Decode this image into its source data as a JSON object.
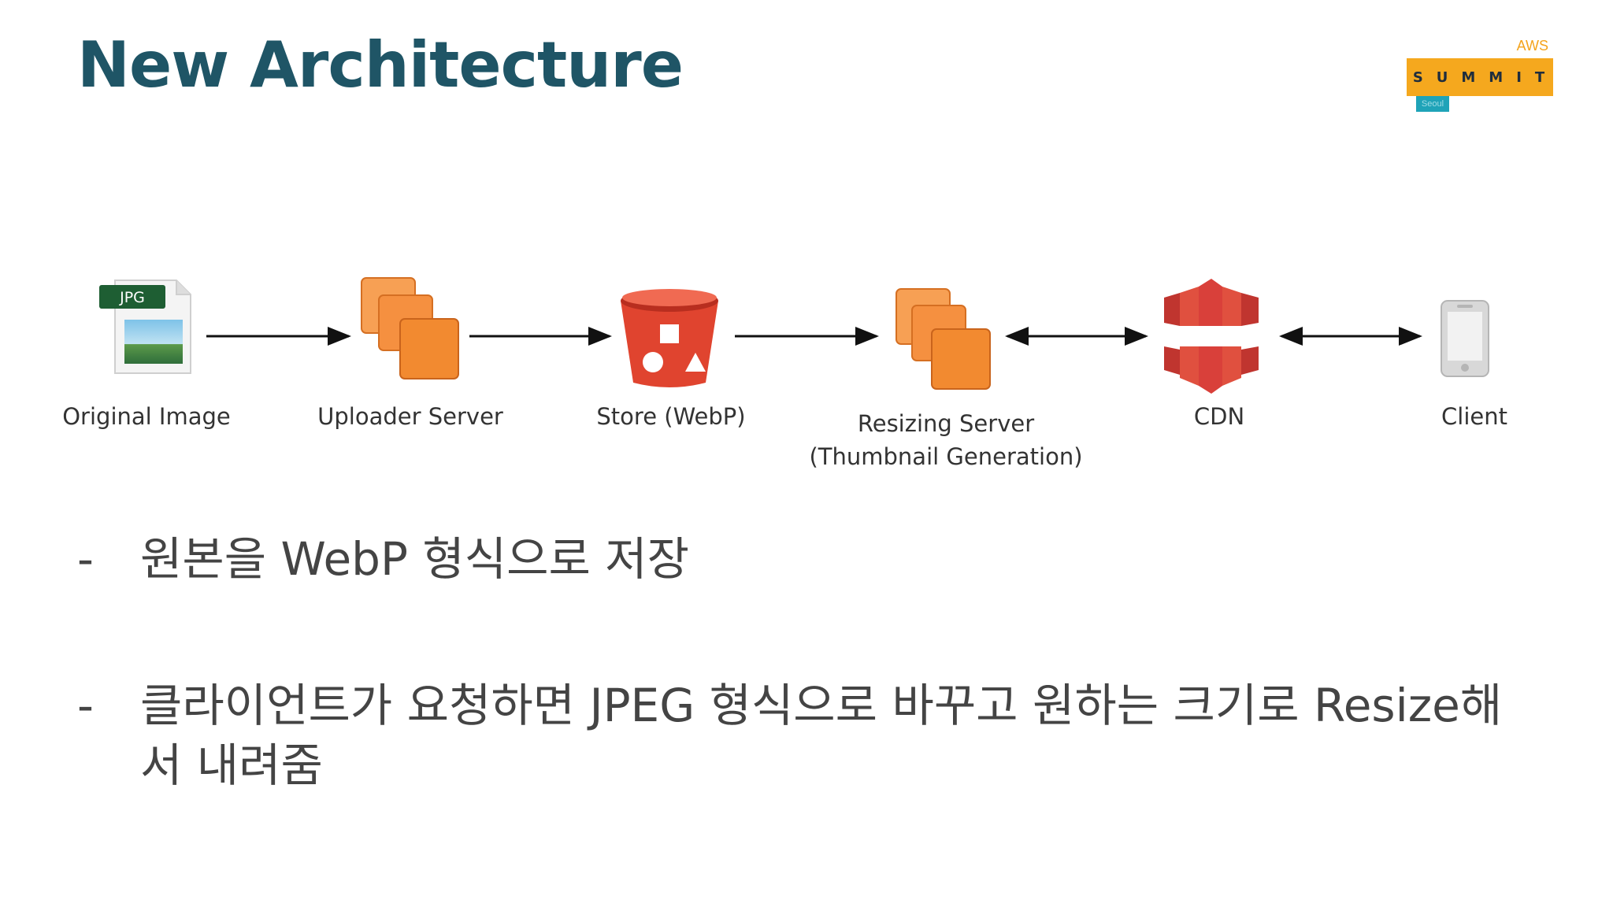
{
  "slide": {
    "title": "New Architecture"
  },
  "logo": {
    "top_text": "AWS",
    "wordmark": "SUMMIT",
    "city": "Seoul",
    "colors": {
      "primary": "#f5a81e",
      "city": "#1fa3b8"
    }
  },
  "diagram": {
    "nodes": [
      {
        "id": "original-image",
        "label": "Original Image",
        "icon": "jpg-file-icon",
        "badge": "JPG"
      },
      {
        "id": "uploader-server",
        "label": "Uploader Server",
        "icon": "server-stack-icon"
      },
      {
        "id": "store",
        "label": "Store (WebP)",
        "icon": "storage-bucket-icon"
      },
      {
        "id": "resizing-server",
        "label": "Resizing Server",
        "sublabel": "(Thumbnail Generation)",
        "icon": "server-stack-icon"
      },
      {
        "id": "cdn",
        "label": "CDN",
        "icon": "cdn-icon"
      },
      {
        "id": "client",
        "label": "Client",
        "icon": "mobile-phone-icon"
      }
    ],
    "edges": [
      {
        "from": "original-image",
        "to": "uploader-server",
        "direction": "forward"
      },
      {
        "from": "uploader-server",
        "to": "store",
        "direction": "forward"
      },
      {
        "from": "store",
        "to": "resizing-server",
        "direction": "forward"
      },
      {
        "from": "resizing-server",
        "to": "cdn",
        "direction": "both"
      },
      {
        "from": "cdn",
        "to": "client",
        "direction": "both"
      }
    ],
    "colors": {
      "server": "#f28a30",
      "storage": "#e0442f",
      "cdn": "#d9403a",
      "badge": "#1e5e33"
    }
  },
  "bullets": [
    {
      "dash": "-",
      "text": "원본을 WebP 형식으로 저장"
    },
    {
      "dash": "-",
      "text": "클라이언트가 요청하면 JPEG 형식으로 바꾸고 원하는 크기로 Resize해서 내려줌"
    }
  ]
}
